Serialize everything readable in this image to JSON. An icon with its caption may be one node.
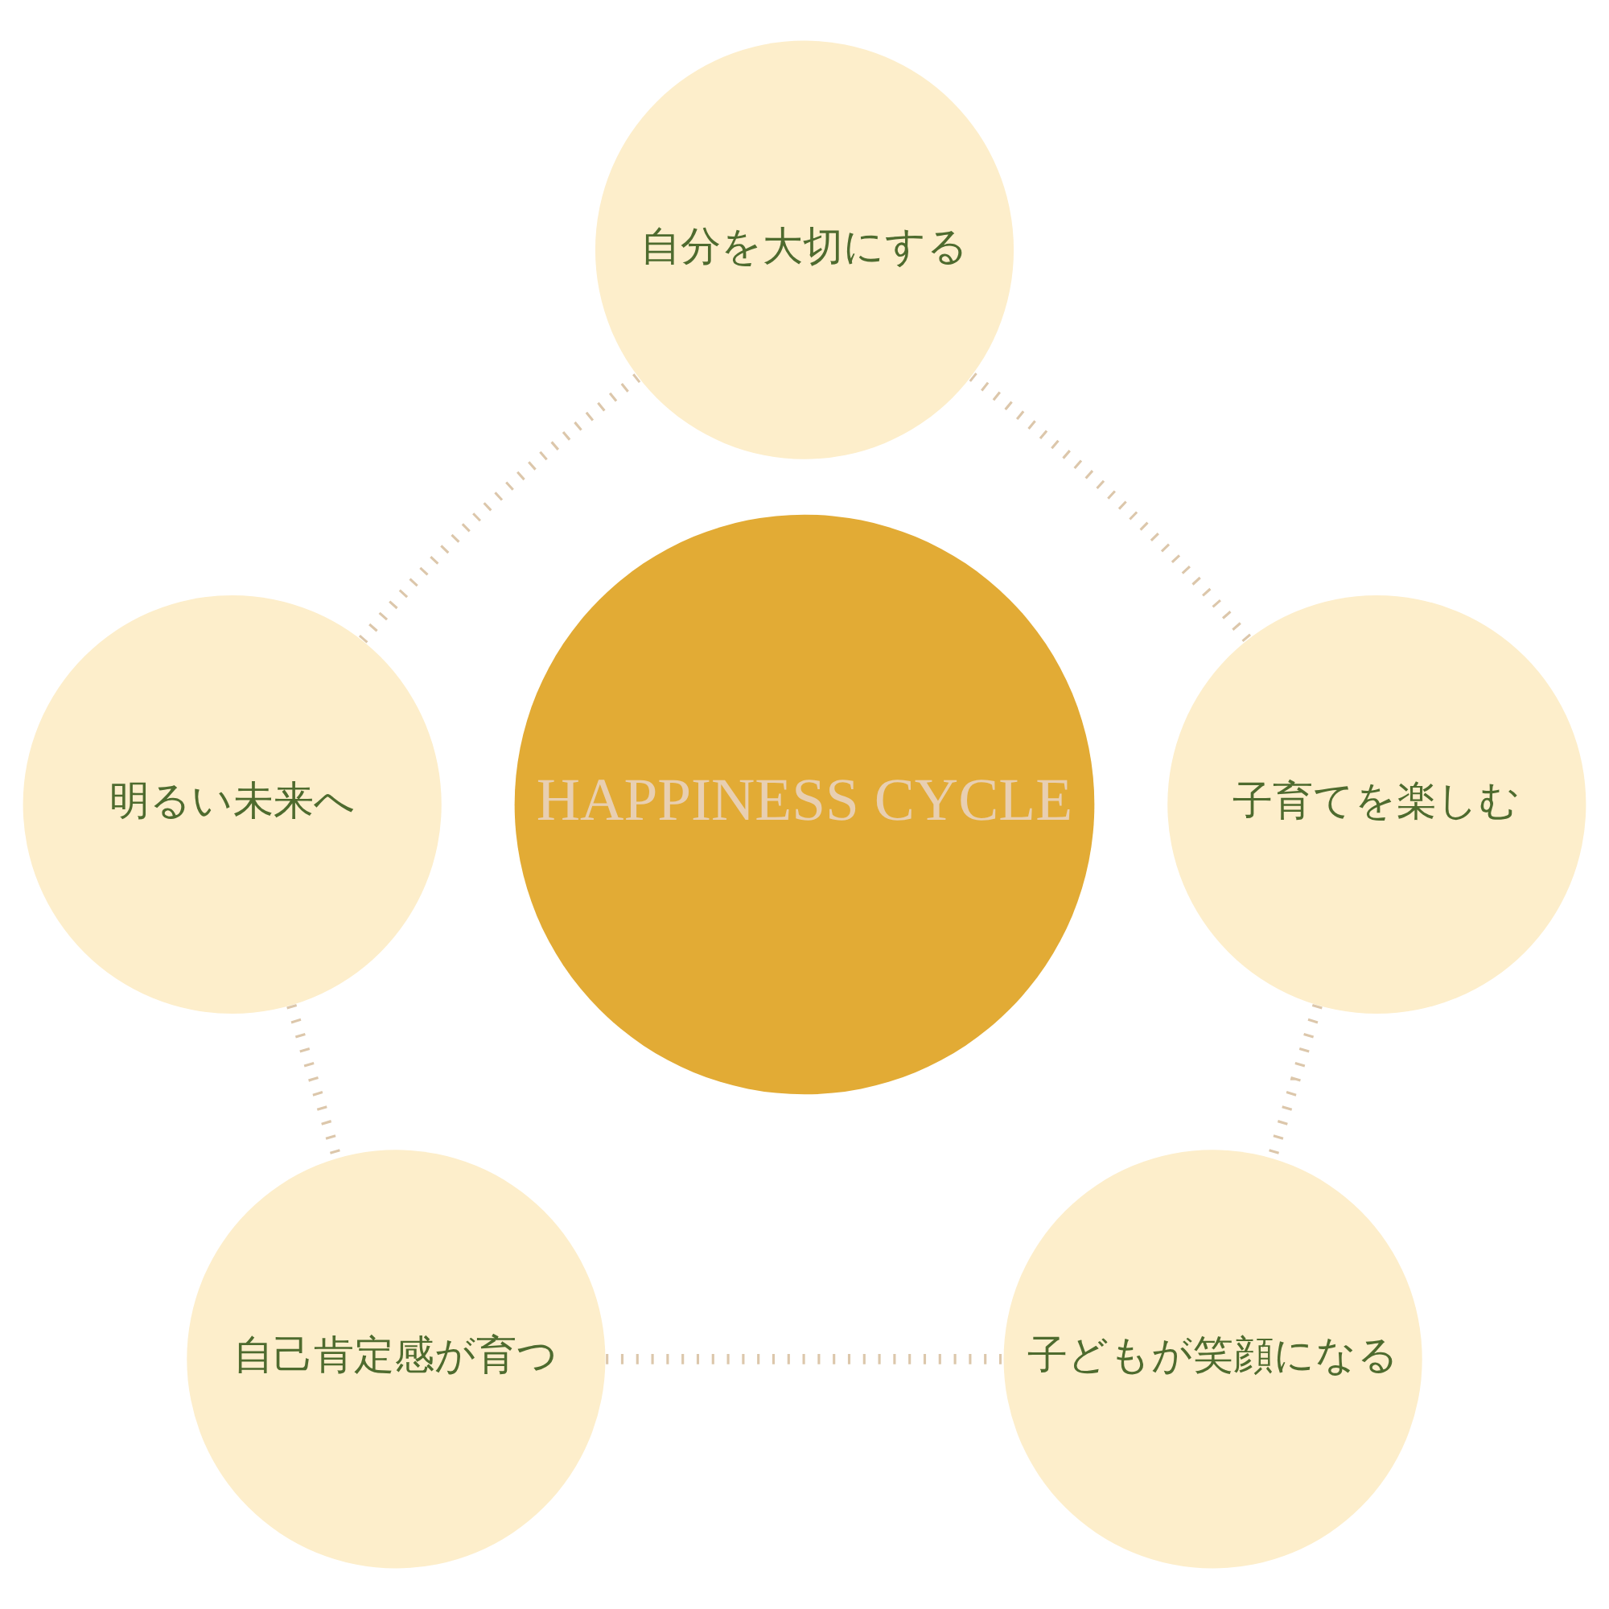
{
  "diagram": {
    "nodes": [
      {
        "text": [
          "自分を大切にする"
        ]
      },
      {
        "text": [
          "明るい未来へ"
        ]
      },
      {
        "text": [
          "子育てを楽しむ"
        ]
      },
      {
        "text": [
          "HAPPINESS CYCLE"
        ]
      },
      {
        "text": [
          "自己肯定感が育つ"
        ]
      },
      {
        "text": [
          "子どもが笑顔になる"
        ]
      }
    ],
    "edges": [
      {
        "from": 0,
        "to": 2,
        "arrow": "none",
        "style": "dashed"
      },
      {
        "from": 2,
        "to": 5,
        "arrow": "none",
        "style": "dashed"
      },
      {
        "from": 4,
        "to": 5,
        "arrow": "none",
        "style": "dashed"
      },
      {
        "from": 1,
        "to": 4,
        "arrow": "none",
        "style": "dashed"
      },
      {
        "from": 0,
        "to": 1,
        "arrow": "none",
        "style": "dashed"
      }
    ]
  }
}
